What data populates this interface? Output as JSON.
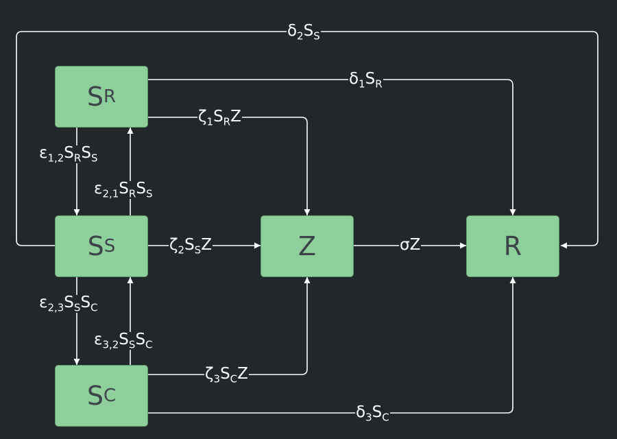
{
  "colors": {
    "background": "#22272b",
    "node_fill": "#8fcf9b",
    "node_border": "#5e9868",
    "node_text": "#3c4448",
    "edge": "#ffffff"
  },
  "nodes": {
    "sr": {
      "main": "S",
      "sub": "R"
    },
    "ss": {
      "main": "S",
      "sub": "S"
    },
    "sc": {
      "main": "S",
      "sub": "C"
    },
    "z": {
      "main": "Z"
    },
    "r": {
      "main": "R"
    }
  },
  "edges": {
    "delta2": {
      "a": "δ",
      "a_sub": "2",
      "b": "S",
      "b_sub": "S"
    },
    "delta1": {
      "a": "δ",
      "a_sub": "1",
      "b": "S",
      "b_sub": "R"
    },
    "delta3": {
      "a": "δ",
      "a_sub": "3",
      "b": "S",
      "b_sub": "C"
    },
    "zeta1": {
      "a": "ζ",
      "a_sub": "1",
      "b": "S",
      "b_sub": "R",
      "c": "Z"
    },
    "zeta2": {
      "a": "ζ",
      "a_sub": "2",
      "b": "S",
      "b_sub": "S",
      "c": "Z"
    },
    "zeta3": {
      "a": "ζ",
      "a_sub": "3",
      "b": "S",
      "b_sub": "C",
      "c": "Z"
    },
    "sigma": {
      "text": "σZ"
    },
    "eps12": {
      "a": "ε",
      "a_sub": "1,2",
      "b": "S",
      "b_sub": "R",
      "c": "S",
      "c_sub": "S"
    },
    "eps21": {
      "a": "ε",
      "a_sub": "2,1",
      "b": "S",
      "b_sub": "R",
      "c": "S",
      "c_sub": "S"
    },
    "eps23": {
      "a": "ε",
      "a_sub": "2,3",
      "b": "S",
      "b_sub": "S",
      "c": "S",
      "c_sub": "C"
    },
    "eps32": {
      "a": "ε",
      "a_sub": "3,2",
      "b": "S",
      "b_sub": "S",
      "c": "S",
      "c_sub": "C"
    }
  }
}
